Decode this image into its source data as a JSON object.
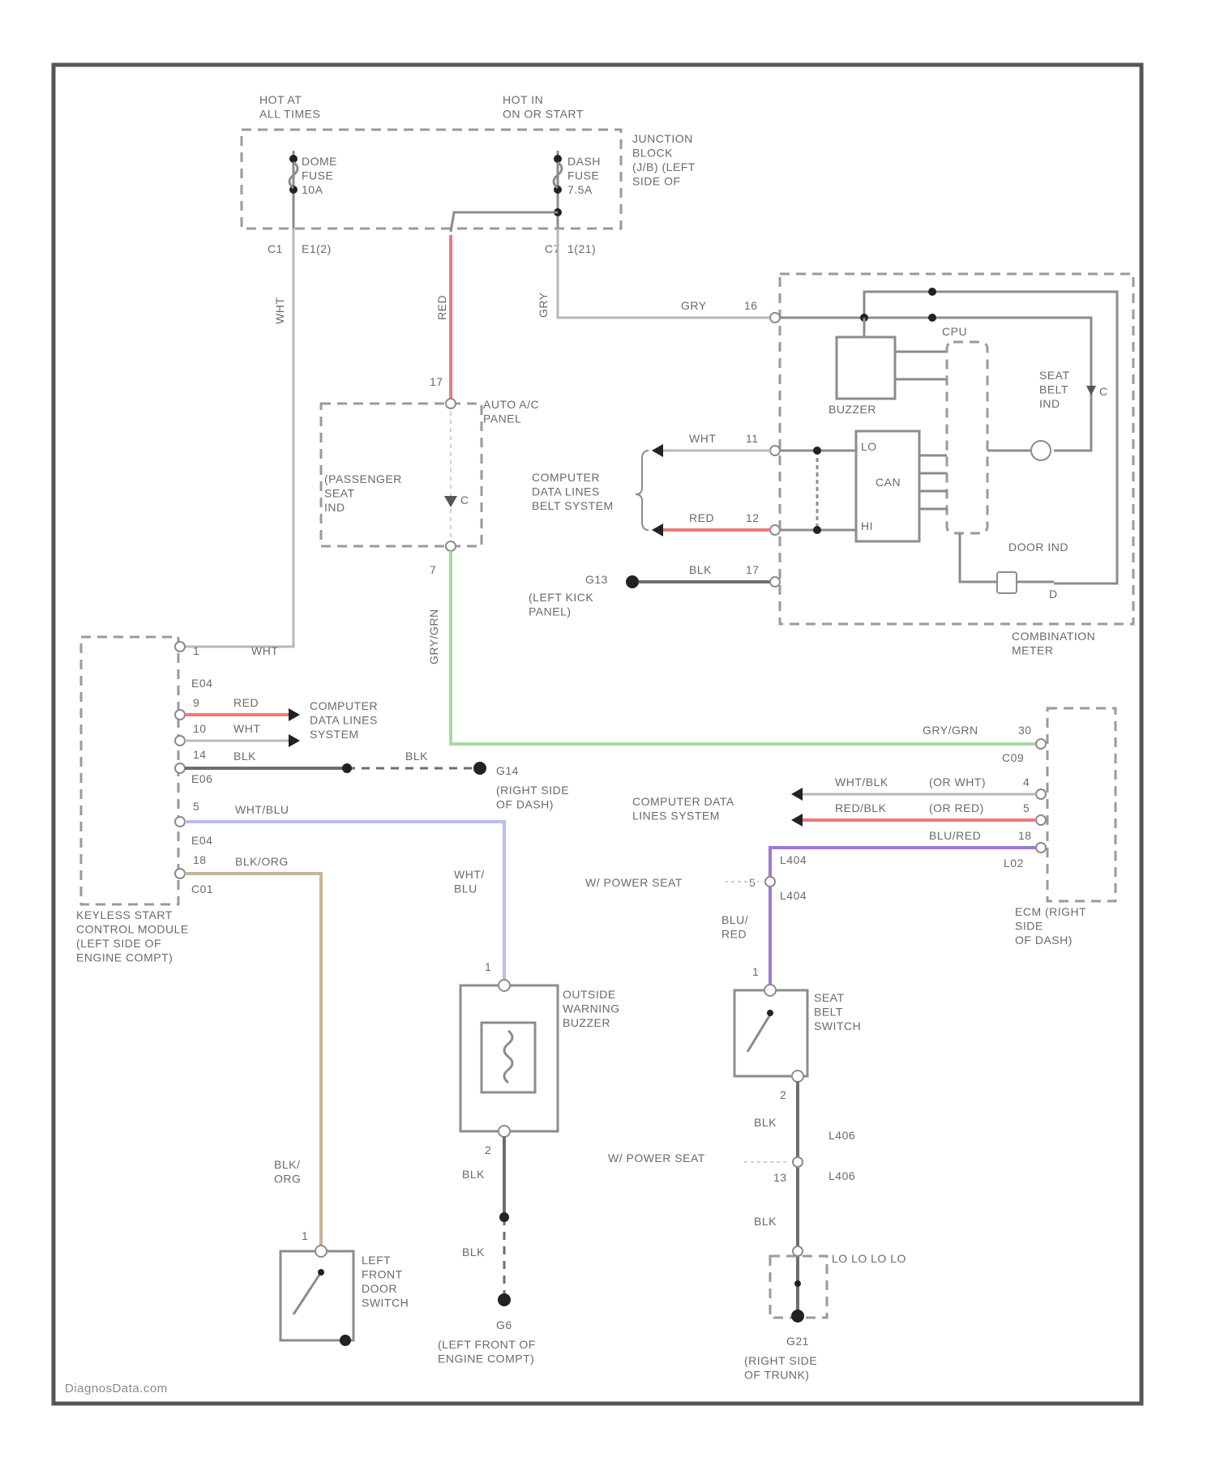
{
  "colors": {
    "red": "#f07a7a",
    "green": "#a4dc9e",
    "blue": "#b7bdf2",
    "purple": "#a078d0",
    "tan": "#c8b49a",
    "black": "#6e6e6e",
    "gray": "#b8b8b8"
  },
  "power": {
    "hot_at_all_times": "HOT AT\nALL TIMES",
    "hot_in_on_start": "HOT IN\nON OR START",
    "fuse1": "DOME\nFUSE\n10A",
    "fuse2": "DASH\nFUSE\n7.5A",
    "junction_block": "JUNCTION\nBLOCK\n(J/B) (LEFT\nSIDE OF",
    "pin_c1": "C1",
    "conn1": "E1(2)",
    "pin_c7": "C7",
    "conn2": "1(21)"
  },
  "wires": {
    "wht": "WHT",
    "red": "RED",
    "gry": "GRY",
    "gry_grn": "GRY/GRN",
    "blk": "BLK",
    "wht_blu": "WHT/BLU",
    "blk_org": "BLK/ORG",
    "wht_blu_stack": "WHT/\nBLU",
    "blu_red_stack": "BLU/\nRED",
    "blk_org_stack": "BLK/\nORG"
  },
  "auto_ac": {
    "name": "AUTO A/C\nPANEL",
    "passenger_seat_ind": "(PASSENGER\nSEAT\nIND",
    "pin_top": "17",
    "pin_bottom": "7",
    "c_label": "C"
  },
  "meter": {
    "name": "COMBINATION\nMETER",
    "buzzer": "BUZZER",
    "cpu": "CPU",
    "can": "CAN",
    "seat_belt_ind": "SEAT\nBELT\nIND",
    "door_ind": "DOOR IND",
    "pin_16": "16",
    "pin_11": "11",
    "pin_12": "12",
    "pin_17": "17",
    "lo": "LO",
    "hi": "HI",
    "c_label": "C",
    "d_label": "D"
  },
  "labels": {
    "computer_data_lines_meter": "COMPUTER\nDATA LINES\nBELT SYSTEM",
    "g13": "G13",
    "left_kick_panel": "(LEFT KICK\nPANEL)",
    "computer_data_lines_ks": "COMPUTER\nDATA LINES\nSYSTEM",
    "g14": "G14",
    "right_side_dash": "(RIGHT SIDE\nOF DASH)",
    "computer_data_lines_ecm": "COMPUTER DATA\nLINES SYSTEM",
    "w_power_seat": "W/ POWER SEAT",
    "w_power_seat_2": "W/ POWER SEAT",
    "g6": "G6",
    "left_front_engine": "(LEFT FRONT OF\nENGINE COMPT)",
    "g21": "G21",
    "right_side_trunk": "(RIGHT SIDE\nOF TRUNK)",
    "lo_lo_lo": "LO LO LO LO",
    "watermark": "DiagnosData.com"
  },
  "keyless": {
    "name": "KEYLESS START\nCONTROL MODULE\n(LEFT SIDE OF\nENGINE COMPT)",
    "e04a": "E04",
    "e06": "E06",
    "e04b": "E04",
    "c01": "C01",
    "pin_1": "1",
    "pin_9": "9",
    "pin_10": "10",
    "pin_14": "14",
    "pin_5": "5",
    "pin_18": "18"
  },
  "ecm": {
    "name": "ECM (RIGHT\nSIDE\nOF DASH)",
    "c09": "C09",
    "l02": "L02",
    "pin_30": "30",
    "pin_4": "4",
    "pin_5": "5",
    "pin_18": "18",
    "wht_blk": "WHT/BLK",
    "red_blk": "RED/BLK",
    "blu_red": "BLU/RED",
    "or_wht": "(OR WHT)",
    "or_red": "(OR RED)"
  },
  "components": {
    "outside_buzzer": "OUTSIDE\nWARNING\nBUZZER",
    "seat_belt_switch": "SEAT\nBELT\nSWITCH",
    "left_front_door_switch": "LEFT\nFRONT\nDOOR\nSWITCH",
    "l404a": "L404",
    "l404b": "L404",
    "l406a": "L406",
    "l406b": "L406",
    "pin_1a": "1",
    "pin_2a": "2",
    "pin_1b": "1",
    "pin_2b": "2",
    "pin_5": "5",
    "pin_13": "13",
    "pin_1c": "1"
  }
}
